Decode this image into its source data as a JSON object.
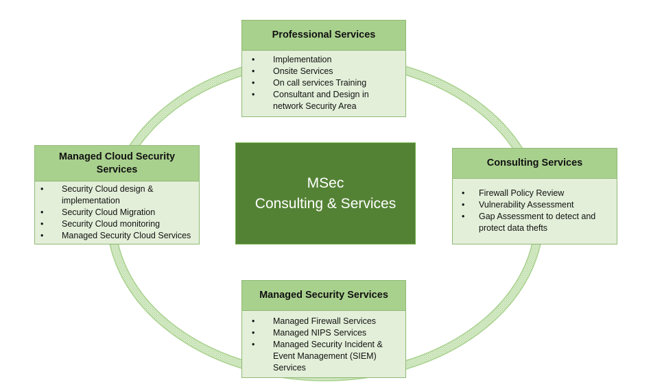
{
  "colors": {
    "ring": "#a9d18e",
    "header_fill": "#a9d18e",
    "body_fill": "#e3efd9",
    "center_fill": "#548235",
    "border": "#8fb874"
  },
  "center": {
    "line1": "MSec",
    "line2": "Consulting & Services"
  },
  "boxes": {
    "professional": {
      "title": "Professional Services",
      "items": [
        "Implementation",
        "Onsite Services",
        "On call services Training",
        "Consultant and Design in network Security Area"
      ]
    },
    "cloud": {
      "title": "Managed Cloud Security Services",
      "items": [
        "Security Cloud design & implementation",
        "Security Cloud Migration",
        "Security Cloud monitoring",
        "Managed Security Cloud Services"
      ]
    },
    "consulting": {
      "title": "Consulting Services",
      "items": [
        "Firewall Policy Review",
        "Vulnerability Assessment",
        "Gap Assessment to detect and protect data thefts"
      ]
    },
    "managed": {
      "title": "Managed Security Services",
      "items": [
        "Managed Firewall Services",
        "Managed NIPS Services",
        "Managed Security Incident & Event Management (SIEM) Services"
      ]
    }
  },
  "bullet": "•"
}
